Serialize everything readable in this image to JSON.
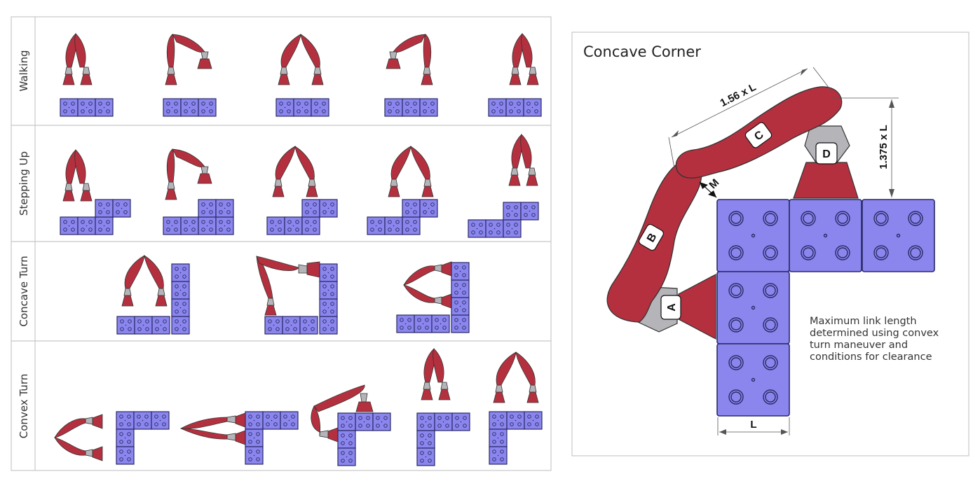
{
  "left_table": {
    "rows": [
      {
        "label": "Walking"
      },
      {
        "label": "Stepping Up"
      },
      {
        "label": "Concave Turn"
      },
      {
        "label": "Convex Turn"
      }
    ]
  },
  "right_panel": {
    "title": "Concave Corner",
    "dim_link_c": "1.56 x L",
    "dim_height": "1.375 x L",
    "dim_m": "M",
    "dim_l": "L",
    "link_labels": [
      "A",
      "B",
      "C",
      "D"
    ],
    "note_lines": [
      "Maximum link length",
      "determined using convex",
      "turn maneuver and",
      "conditions for clearance"
    ]
  },
  "colors": {
    "link_red": "#b5303e",
    "joint_gray": "#b5b5b9",
    "block_blue": "#8b86ee",
    "grid_line": "#c8c8c8"
  }
}
